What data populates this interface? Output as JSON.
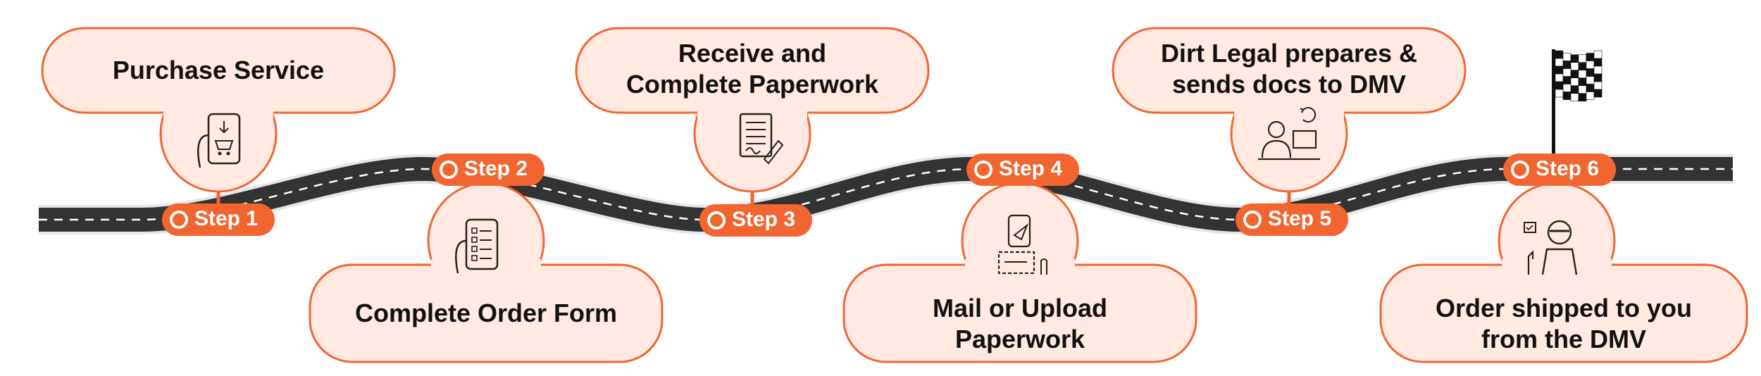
{
  "colors": {
    "accent": "#F26530",
    "card_fill": "#FFE9E1",
    "road": "#333333",
    "road_stripe": "#FFFFFF",
    "text": "#111111"
  },
  "steps": [
    {
      "badge": "Step 1",
      "card_text": "Purchase Service",
      "card_side": "top",
      "icon": "mobile-shopping-cart-icon"
    },
    {
      "badge": "Step 2",
      "card_text": "Complete Order Form",
      "card_side": "bottom",
      "icon": "phone-checklist-form-icon"
    },
    {
      "badge": "Step 3",
      "card_text": "Receive and\nComplete Paperwork",
      "card_side": "top",
      "icon": "document-signing-icon"
    },
    {
      "badge": "Step 4",
      "card_text": "Mail or Upload\nPaperwork",
      "card_side": "bottom",
      "icon": "mail-upload-icon"
    },
    {
      "badge": "Step 5",
      "card_text": "Dirt Legal prepares &\nsends docs to DMV",
      "card_side": "top",
      "icon": "person-computer-sync-icon"
    },
    {
      "badge": "Step 6",
      "card_text": "Order shipped to you\nfrom the DMV",
      "card_side": "bottom",
      "icon": "racer-helmet-thumbs-up-icon"
    }
  ],
  "finish_flag": {
    "icon": "checkered-flag-icon"
  }
}
